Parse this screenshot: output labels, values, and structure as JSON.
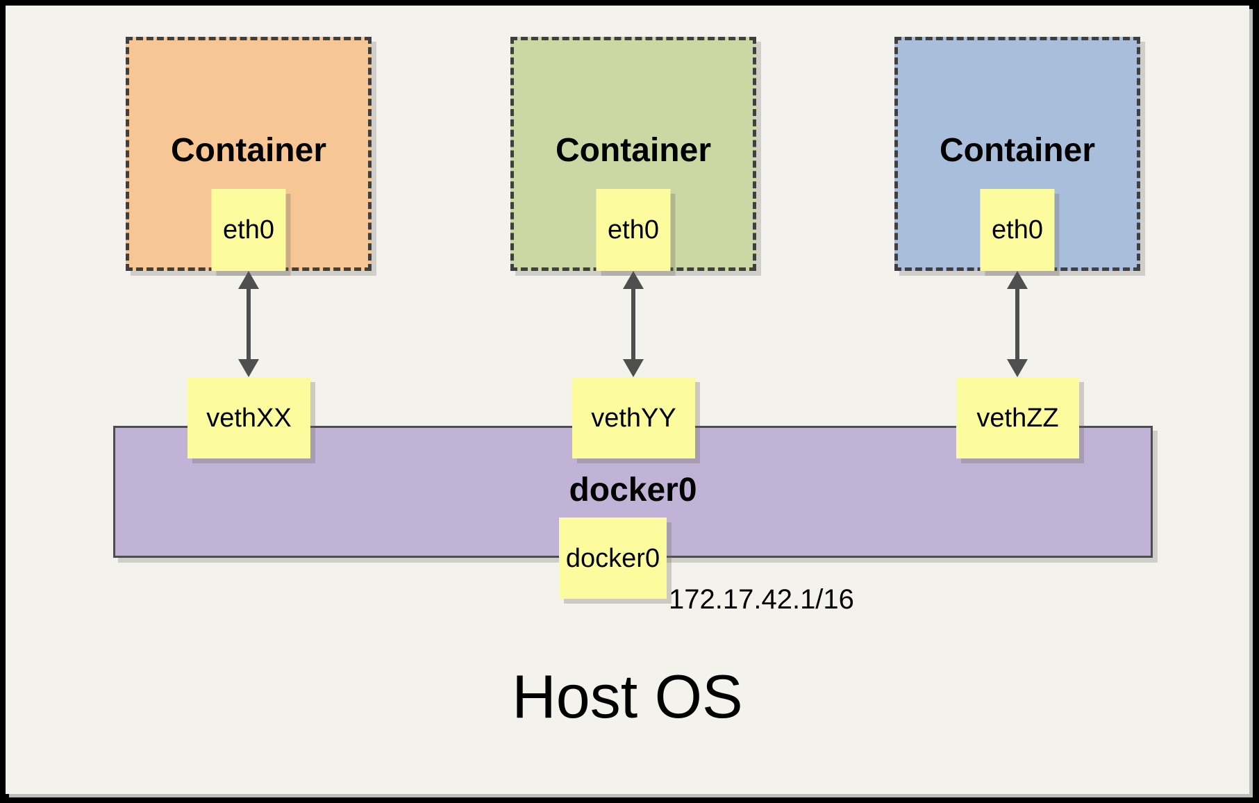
{
  "host": {
    "label": "Host OS"
  },
  "bridge": {
    "name": "docker0",
    "interface": "docker0",
    "ip": "172.17.42.1/16",
    "fill": "#c1b3d5"
  },
  "containers": [
    {
      "label": "Container",
      "interface": "eth0",
      "veth": "vethXX",
      "fill": "#f6c795"
    },
    {
      "label": "Container",
      "interface": "eth0",
      "veth": "vethYY",
      "fill": "#cbd8a4"
    },
    {
      "label": "Container",
      "interface": "eth0",
      "veth": "vethZZ",
      "fill": "#a8bedb"
    }
  ],
  "colors": {
    "panel_background": "#f4f2ec",
    "frame_border": "#000000",
    "note_fill": "#fcfc9e",
    "dashed_border": "#3f3f3f",
    "arrow": "#4f4f4f"
  }
}
